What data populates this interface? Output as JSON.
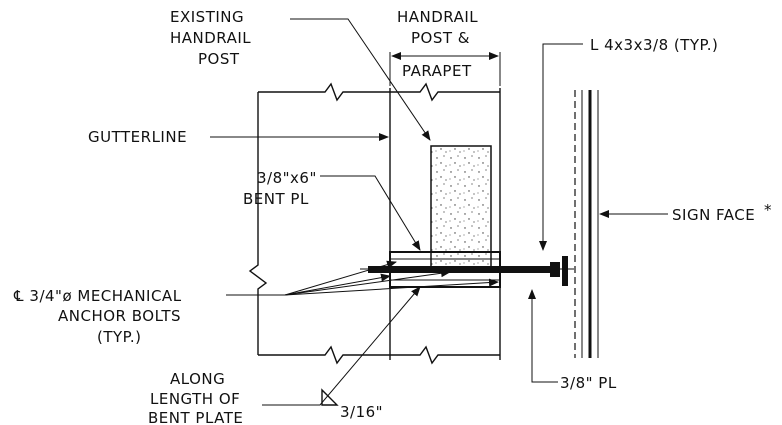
{
  "labels": {
    "existing_post_1": "EXISTING",
    "existing_post_2": "HANDRAIL",
    "existing_post_3": "POST",
    "handrail_post_1": "HANDRAIL",
    "handrail_post_2": "POST &",
    "parapet": "PARAPET",
    "angle": "L 4x3x3/8 (TYP.)",
    "gutterline": "GUTTERLINE",
    "bent_pl_1": "3/8\"x6\"",
    "bent_pl_2": "BENT PL",
    "sign_face": "SIGN FACE",
    "sign_face_star": "*",
    "anchor_1": "℄ 3/4\"ø MECHANICAL",
    "anchor_2": "ANCHOR BOLTS",
    "anchor_3": "(TYP.)",
    "along_1": "ALONG",
    "along_2": "LENGTH OF",
    "along_3": "BENT PLATE",
    "weld_size": "3/16\"",
    "pl": "3/8\" PL"
  }
}
